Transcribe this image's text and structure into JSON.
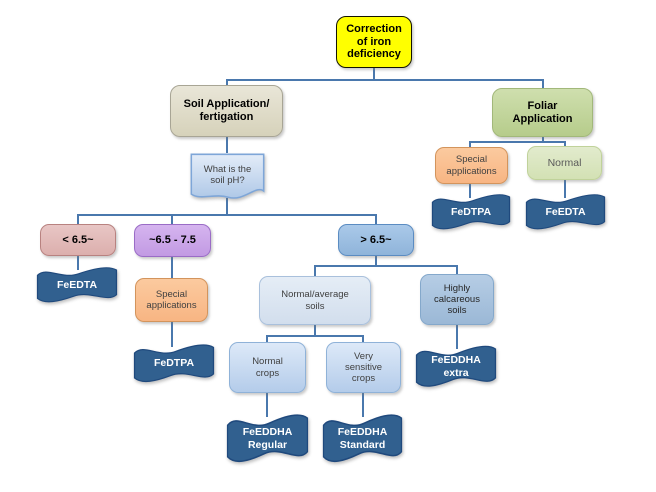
{
  "diagram": {
    "root": {
      "label": "Correction\nof iron\ndeficiency"
    },
    "soil_branch": {
      "soil_application": {
        "label": "Soil Application/\nfertigation"
      },
      "ph_question": {
        "label": "What is the\nsoil pH?"
      },
      "ph_low": {
        "label": "< 6.5~"
      },
      "ph_low_product": {
        "label": "FeEDTA"
      },
      "ph_mid": {
        "label": "~6.5 - 7.5"
      },
      "ph_mid_special": {
        "label": "Special\napplications"
      },
      "ph_mid_product": {
        "label": "FeDTPA"
      },
      "ph_high": {
        "label": "> 6.5~"
      },
      "normal_average_soils": {
        "label": "Normal/average\nsoils"
      },
      "normal_crops": {
        "label": "Normal\ncrops"
      },
      "normal_crops_product": {
        "label": "FeEDDHA\nRegular"
      },
      "very_sensitive_crops": {
        "label": "Very\nsensitive\ncrops"
      },
      "very_sensitive_product": {
        "label": "FeEDDHA\nStandard"
      },
      "highly_calcareous_soils": {
        "label": "Highly\ncalcareous\nsoils"
      },
      "highly_calcareous_product": {
        "label": "FeEDDHA\nextra"
      }
    },
    "foliar_branch": {
      "foliar_application": {
        "label": "Foliar\nApplication"
      },
      "special_applications": {
        "label": "Special\napplications"
      },
      "special_product": {
        "label": "FeDTPA"
      },
      "normal": {
        "label": "Normal"
      },
      "normal_product": {
        "label": "FeEDTA"
      }
    }
  },
  "palette": {
    "connector": "#4a78ad",
    "root_fill": "#ffff00",
    "soil_fill": "#ddd9c3",
    "foliar_fill": "#c3d69b",
    "orange_fill": "#fac090",
    "light_green_fill": "#d7e4bd",
    "pink_fill": "#e0b8b7",
    "purple_fill": "#c9a3e8",
    "blue_fill": "#9cc0e4",
    "pale_blue_fill": "#dce6f1",
    "mid_blue_fill": "#a9c3de",
    "crop_blue_fill": "#c6d9f1",
    "banner_fill": "#31608f",
    "banner_border": "#1f497d",
    "background": "#ffffff"
  }
}
